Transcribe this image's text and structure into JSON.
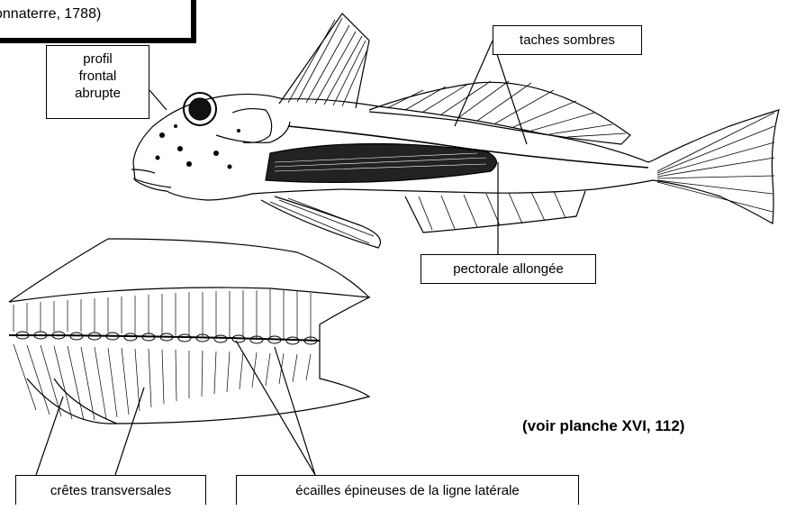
{
  "figure": {
    "title_fragment": "onnaterre, 1788)",
    "reference": "(voir planche XVI, 112)"
  },
  "labels": {
    "profil_frontal": [
      "profil",
      "frontal",
      "abrupte"
    ],
    "taches_sombres": "taches sombres",
    "pectorale": "pectorale allongée",
    "cretes": "crêtes transversales",
    "ecailles": "écailles épineuses de la ligne latérale"
  }
}
